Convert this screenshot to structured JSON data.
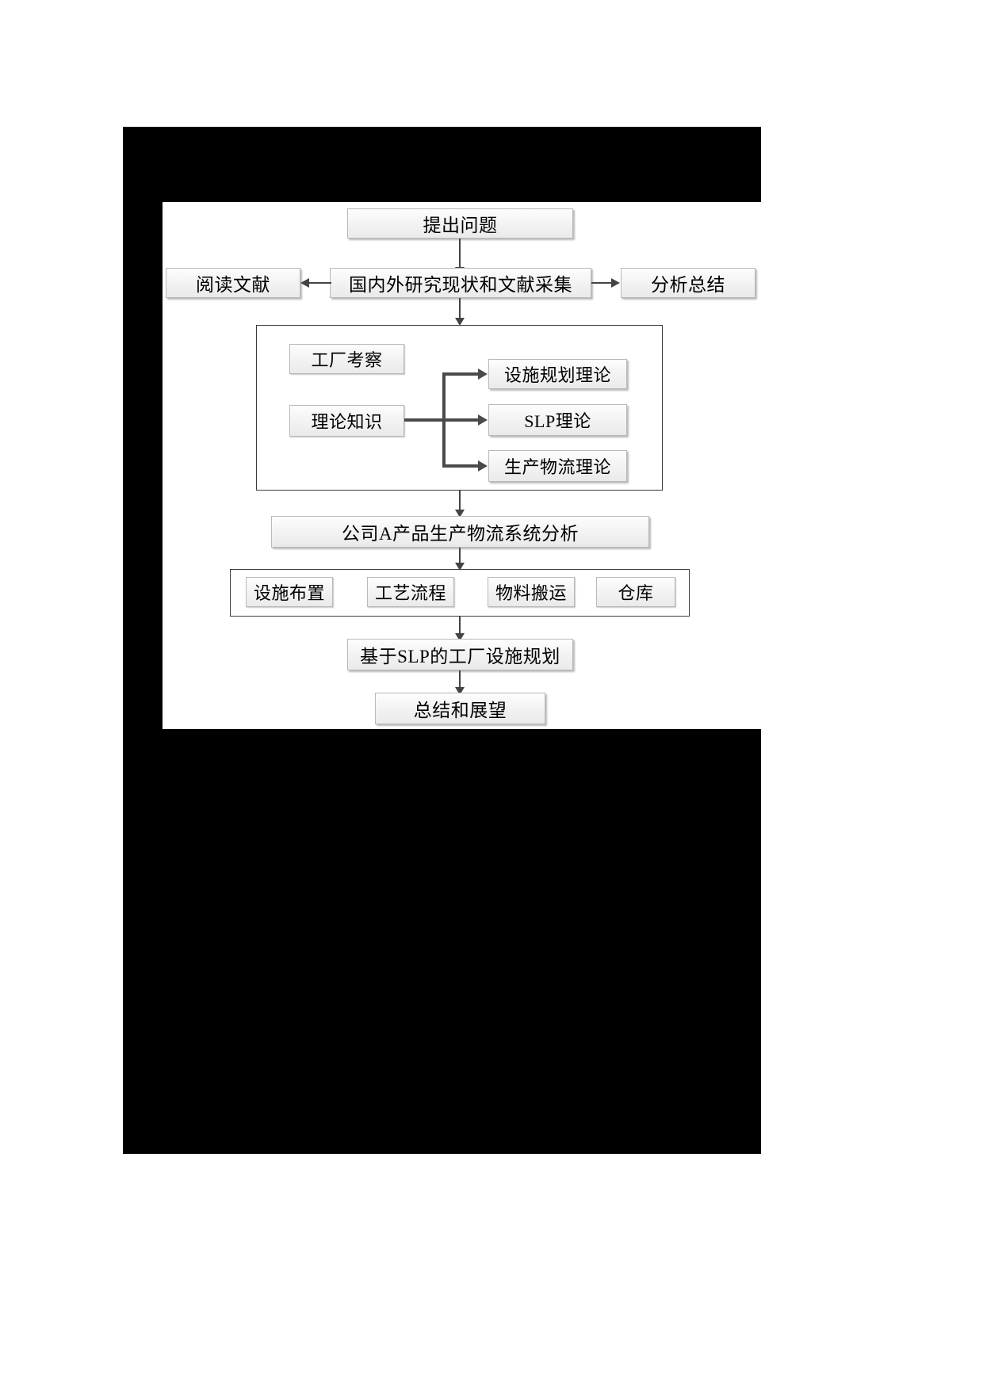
{
  "document": {
    "page_background": "#ffffff",
    "scan_background": "#000000",
    "plate_background": "#ffffff"
  },
  "flowchart": {
    "title": "",
    "type": "research-methodology-flowchart",
    "nodes": {
      "start": {
        "label": "提出问题"
      },
      "literature_center": {
        "label": "国内外研究现状和文献采集"
      },
      "literature_left": {
        "label": "阅读文献"
      },
      "literature_right": {
        "label": "分析总结"
      },
      "factory_survey": {
        "label": "工厂考察"
      },
      "theory_knowledge": {
        "label": "理论知识"
      },
      "theory_facility_planning": {
        "label": "设施规划理论"
      },
      "theory_slp": {
        "label": "SLP理论"
      },
      "theory_production_logistics": {
        "label": "生产物流理论"
      },
      "system_analysis": {
        "label": "公司A产品生产物流系统分析"
      },
      "aspect_layout": {
        "label": "设施布置"
      },
      "aspect_process": {
        "label": "工艺流程"
      },
      "aspect_material_handling": {
        "label": "物料搬运"
      },
      "aspect_warehouse": {
        "label": "仓库"
      },
      "slp_planning": {
        "label": "基于SLP的工厂设施规划"
      },
      "conclusion": {
        "label": "总结和展望"
      }
    },
    "colors": {
      "box_border": "#b9b9b9",
      "box_fill_top": "#fdfdfd",
      "box_fill_bottom": "#eaeaea",
      "connector": "#444444",
      "group_border": "#3a3a3a",
      "text": "#000000"
    }
  }
}
